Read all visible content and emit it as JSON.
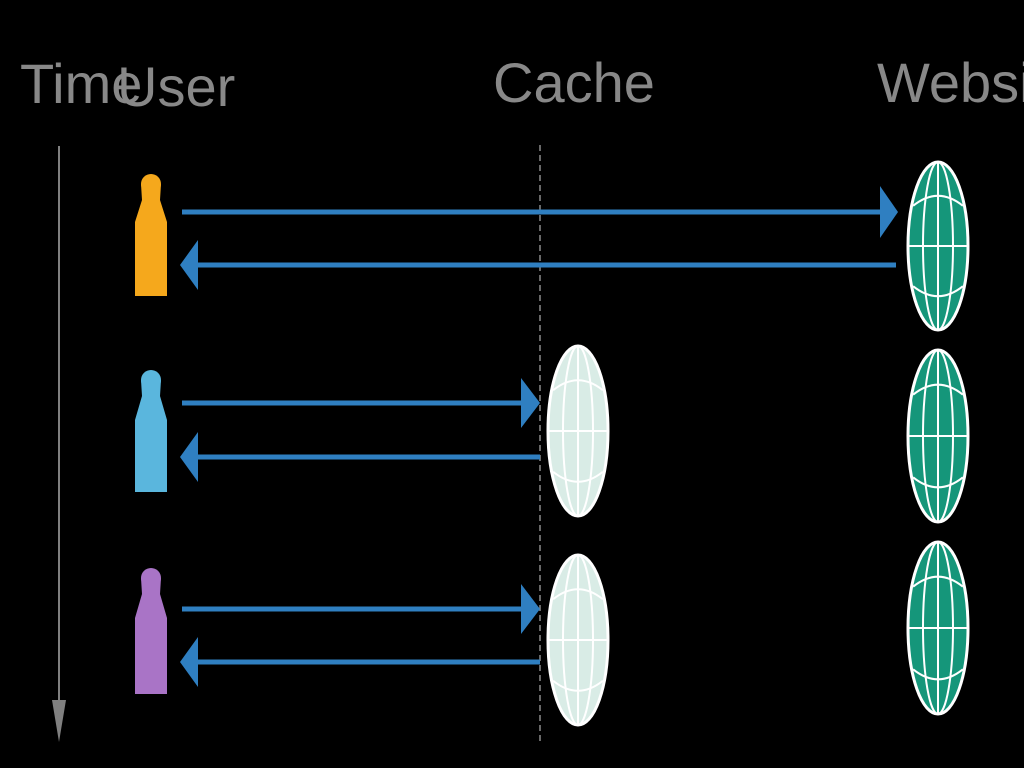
{
  "labels": {
    "time": "Time",
    "user": "User",
    "cache": "Cache",
    "website": "Website"
  },
  "colors": {
    "background": "#000000",
    "label_text": "#888888",
    "time_axis": "#808080",
    "arrow": "#2f7fc1",
    "cache_divider": "#8a8a8a",
    "website_globe": "#15967a",
    "cache_globe": "#d9ece6",
    "globe_lines": "#ffffff"
  },
  "users": [
    {
      "id": "user-1",
      "color": "#f5a81c",
      "target": "website"
    },
    {
      "id": "user-2",
      "color": "#5ab6dd",
      "target": "cache"
    },
    {
      "id": "user-3",
      "color": "#a974c6",
      "target": "cache"
    }
  ],
  "nodes": {
    "website_globes": 3,
    "cache_globes": 2
  },
  "icons": {
    "user": "person-icon",
    "website": "globe-icon",
    "cache": "globe-icon"
  }
}
